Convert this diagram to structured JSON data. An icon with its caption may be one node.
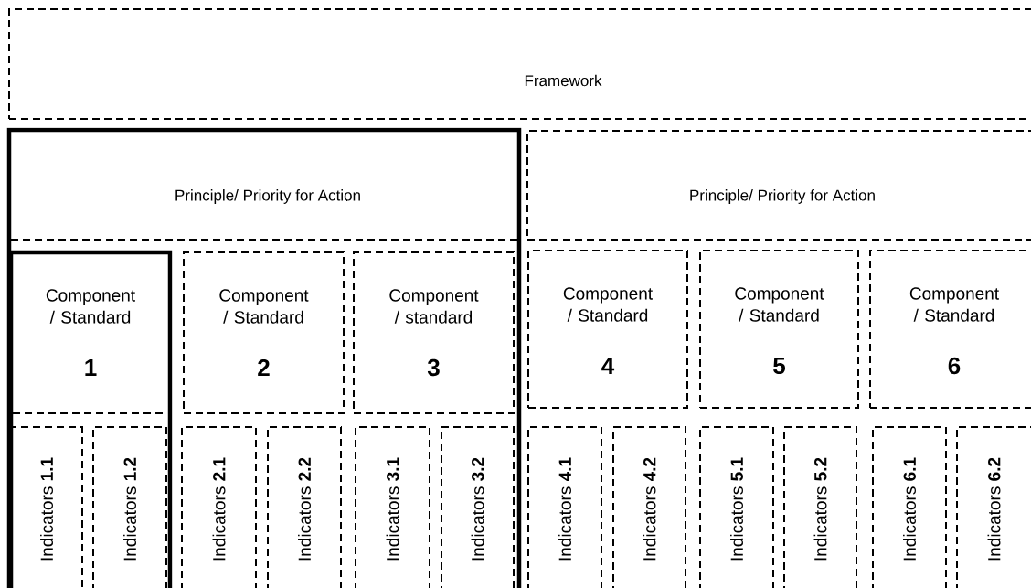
{
  "diagram": {
    "nodes": [
      {
        "text": [
          "Framework"
        ]
      },
      {
        "text": [
          "Principle/ Priority for Action"
        ]
      },
      {
        "text": [
          "Component / Standard",
          "1"
        ],
        "in": 1
      },
      {
        "text": [
          "Indicators **1.1**"
        ],
        "in": 2
      },
      {
        "text": [
          "Indicators **1.2**"
        ],
        "in": 2
      },
      {
        "text": [
          "Component / Standard",
          "2"
        ],
        "in": 1
      },
      {
        "text": [
          "Component / standard",
          "3"
        ],
        "in": 1
      },
      {
        "text": [
          "Indicators **2.1**"
        ],
        "in": 1
      },
      {
        "text": [
          "Indicators **2.2**"
        ],
        "in": 1
      },
      {
        "text": [
          "Indicators **3.1**"
        ],
        "in": 1
      },
      {
        "text": [
          "Indicators **3.2**"
        ],
        "in": 1
      },
      {
        "text": [
          "Principle/ Priority for Action"
        ]
      },
      {
        "text": [
          "Component / Standard",
          "4"
        ]
      },
      {
        "text": [
          "Component / Standard",
          "5"
        ]
      },
      {
        "text": [
          "Component / Standard",
          "6"
        ]
      },
      {
        "text": [
          "Indicators **4.1**"
        ]
      },
      {
        "text": [
          "Indicators **4.2**"
        ]
      },
      {
        "text": [
          "Indicators **5.1**"
        ]
      },
      {
        "text": [
          "Indicators **5.2**"
        ]
      },
      {
        "text": [
          "Indicators **6.1**"
        ]
      },
      {
        "text": [
          "Indicators **6.2**"
        ]
      }
    ]
  }
}
